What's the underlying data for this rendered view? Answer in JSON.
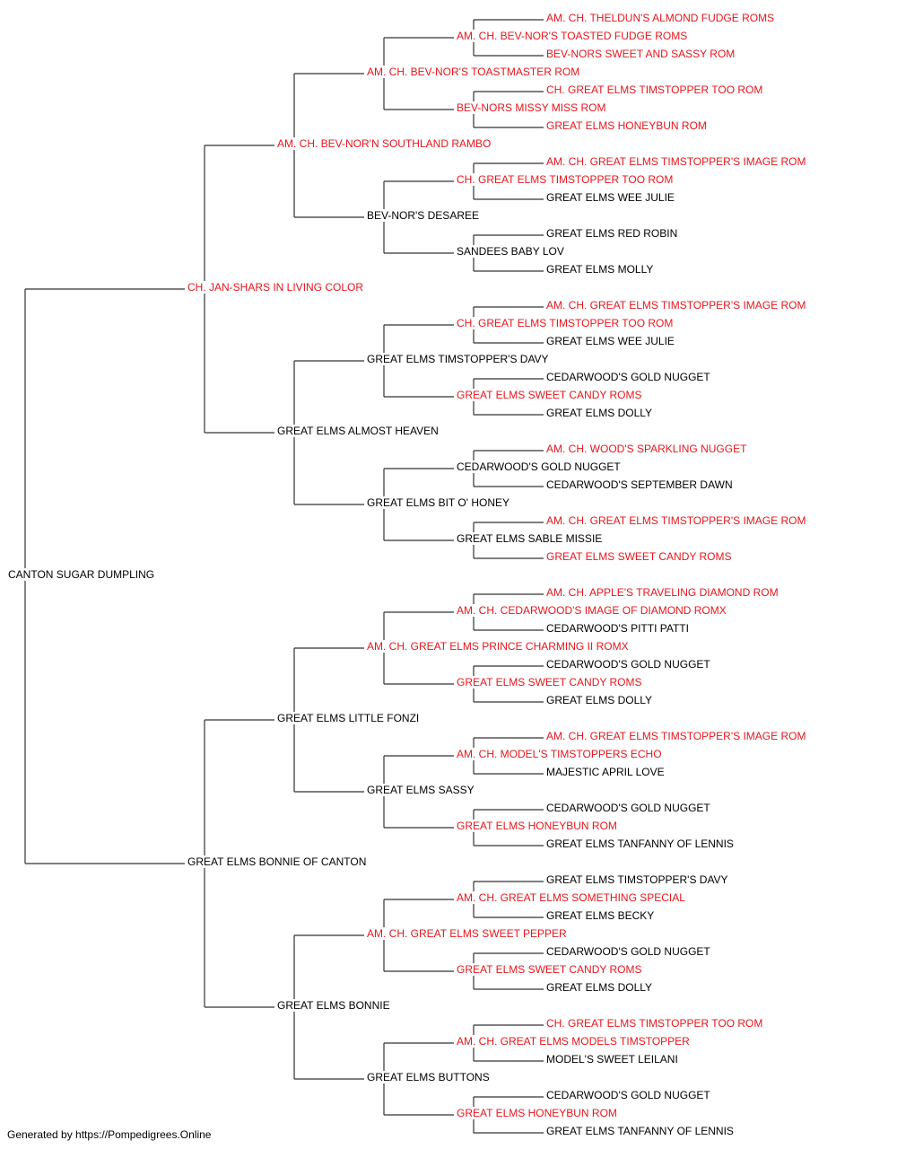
{
  "colors": {
    "champion": "#e8161c",
    "regular": "#000000",
    "line": "#333333"
  },
  "footer": "Generated by https://Pompedigrees.Online",
  "pedigree": {
    "name": "CANTON SUGAR DUMPLING",
    "champion": false,
    "sire": {
      "name": "CH. JAN-SHARS IN LIVING COLOR",
      "champion": true,
      "sire": {
        "name": "AM. CH. BEV-NOR'N SOUTHLAND RAMBO",
        "champion": true,
        "sire": {
          "name": "AM. CH. BEV-NOR'S TOASTMASTER ROM",
          "champion": true,
          "sire": {
            "name": "AM. CH. BEV-NOR'S TOASTED FUDGE ROMS",
            "champion": true,
            "sire": {
              "name": "AM. CH. THELDUN'S ALMOND FUDGE ROMS",
              "champion": true
            },
            "dam": {
              "name": "BEV-NORS SWEET AND SASSY ROM",
              "champion": true
            }
          },
          "dam": {
            "name": "BEV-NORS MISSY MISS ROM",
            "champion": true,
            "sire": {
              "name": "CH. GREAT ELMS TIMSTOPPER TOO ROM",
              "champion": true
            },
            "dam": {
              "name": "GREAT ELMS HONEYBUN ROM",
              "champion": true
            }
          }
        },
        "dam": {
          "name": "BEV-NOR'S DESAREE",
          "champion": false,
          "sire": {
            "name": "CH. GREAT ELMS TIMSTOPPER TOO ROM",
            "champion": true,
            "sire": {
              "name": "AM. CH. GREAT ELMS TIMSTOPPER'S IMAGE ROM",
              "champion": true
            },
            "dam": {
              "name": "GREAT ELMS WEE JULIE",
              "champion": false
            }
          },
          "dam": {
            "name": "SANDEES BABY LOV",
            "champion": false,
            "sire": {
              "name": "GREAT ELMS RED ROBIN",
              "champion": false
            },
            "dam": {
              "name": "GREAT ELMS MOLLY",
              "champion": false
            }
          }
        }
      },
      "dam": {
        "name": "GREAT ELMS ALMOST HEAVEN",
        "champion": false,
        "sire": {
          "name": "GREAT ELMS TIMSTOPPER'S DAVY",
          "champion": false,
          "sire": {
            "name": "CH. GREAT ELMS TIMSTOPPER TOO ROM",
            "champion": true,
            "sire": {
              "name": "AM. CH. GREAT ELMS TIMSTOPPER'S IMAGE ROM",
              "champion": true
            },
            "dam": {
              "name": "GREAT ELMS WEE JULIE",
              "champion": false
            }
          },
          "dam": {
            "name": "GREAT ELMS SWEET CANDY ROMS",
            "champion": true,
            "sire": {
              "name": "CEDARWOOD'S GOLD NUGGET",
              "champion": false
            },
            "dam": {
              "name": "GREAT ELMS DOLLY",
              "champion": false
            }
          }
        },
        "dam": {
          "name": "GREAT ELMS BIT O' HONEY",
          "champion": false,
          "sire": {
            "name": "CEDARWOOD'S GOLD NUGGET",
            "champion": false,
            "sire": {
              "name": "AM. CH. WOOD'S SPARKLING NUGGET",
              "champion": true
            },
            "dam": {
              "name": "CEDARWOOD'S SEPTEMBER DAWN",
              "champion": false
            }
          },
          "dam": {
            "name": "GREAT ELMS SABLE MISSIE",
            "champion": false,
            "sire": {
              "name": "AM. CH. GREAT ELMS TIMSTOPPER'S IMAGE ROM",
              "champion": true
            },
            "dam": {
              "name": "GREAT ELMS SWEET CANDY ROMS",
              "champion": true
            }
          }
        }
      }
    },
    "dam": {
      "name": "GREAT ELMS BONNIE OF CANTON",
      "champion": false,
      "sire": {
        "name": "GREAT ELMS LITTLE FONZI",
        "champion": false,
        "sire": {
          "name": "AM. CH. GREAT ELMS PRINCE CHARMING II ROMX",
          "champion": true,
          "sire": {
            "name": "AM. CH. CEDARWOOD'S IMAGE OF DIAMOND ROMX",
            "champion": true,
            "sire": {
              "name": "AM. CH. APPLE'S TRAVELING DIAMOND ROM",
              "champion": true
            },
            "dam": {
              "name": "CEDARWOOD'S PITTI PATTI",
              "champion": false
            }
          },
          "dam": {
            "name": "GREAT ELMS SWEET CANDY ROMS",
            "champion": true,
            "sire": {
              "name": "CEDARWOOD'S GOLD NUGGET",
              "champion": false
            },
            "dam": {
              "name": "GREAT ELMS DOLLY",
              "champion": false
            }
          }
        },
        "dam": {
          "name": "GREAT ELMS SASSY",
          "champion": false,
          "sire": {
            "name": "AM. CH. MODEL'S TIMSTOPPERS ECHO",
            "champion": true,
            "sire": {
              "name": "AM. CH. GREAT ELMS TIMSTOPPER'S IMAGE ROM",
              "champion": true
            },
            "dam": {
              "name": "MAJESTIC APRIL LOVE",
              "champion": false
            }
          },
          "dam": {
            "name": "GREAT ELMS HONEYBUN ROM",
            "champion": true,
            "sire": {
              "name": "CEDARWOOD'S GOLD NUGGET",
              "champion": false
            },
            "dam": {
              "name": "GREAT ELMS TANFANNY OF LENNIS",
              "champion": false
            }
          }
        }
      },
      "dam": {
        "name": "GREAT ELMS BONNIE",
        "champion": false,
        "sire": {
          "name": "AM. CH. GREAT ELMS SWEET PEPPER",
          "champion": true,
          "sire": {
            "name": "AM. CH. GREAT ELMS SOMETHING SPECIAL",
            "champion": true,
            "sire": {
              "name": "GREAT ELMS TIMSTOPPER'S DAVY",
              "champion": false
            },
            "dam": {
              "name": "GREAT ELMS BECKY",
              "champion": false
            }
          },
          "dam": {
            "name": "GREAT ELMS SWEET CANDY ROMS",
            "champion": true,
            "sire": {
              "name": "CEDARWOOD'S GOLD NUGGET",
              "champion": false
            },
            "dam": {
              "name": "GREAT ELMS DOLLY",
              "champion": false
            }
          }
        },
        "dam": {
          "name": "GREAT ELMS BUTTONS",
          "champion": false,
          "sire": {
            "name": "AM. CH. GREAT ELMS MODELS TIMSTOPPER",
            "champion": true,
            "sire": {
              "name": "CH. GREAT ELMS TIMSTOPPER TOO ROM",
              "champion": true
            },
            "dam": {
              "name": "MODEL'S SWEET LEILANI",
              "champion": false
            }
          },
          "dam": {
            "name": "GREAT ELMS HONEYBUN ROM",
            "champion": true,
            "sire": {
              "name": "CEDARWOOD'S GOLD NUGGET",
              "champion": false
            },
            "dam": {
              "name": "GREAT ELMS TANFANNY OF LENNIS",
              "champion": false
            }
          }
        }
      }
    }
  }
}
